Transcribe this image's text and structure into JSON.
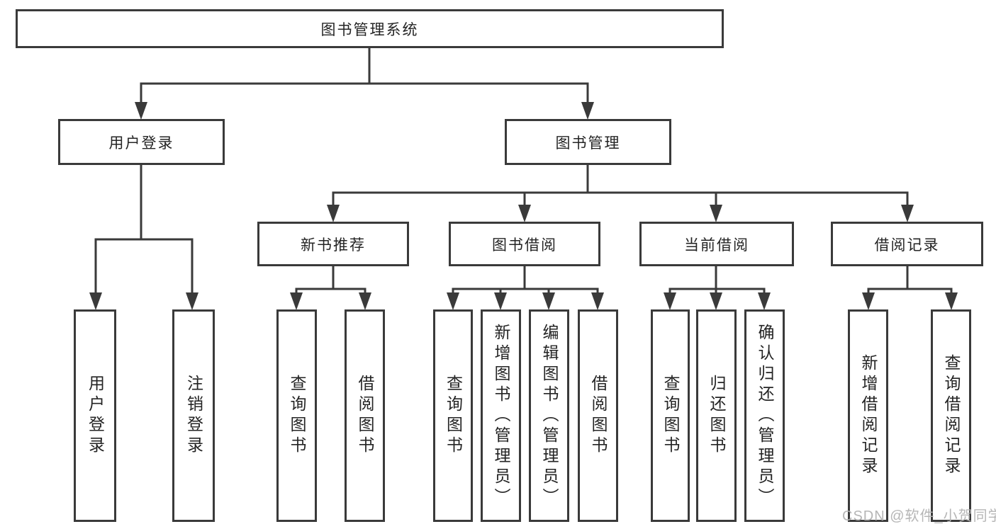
{
  "diagram_title": "图书管理系统",
  "watermark": "CSDN @软件_小贺同学",
  "colors": {
    "line": "#3a3a3a",
    "box_border": "#3a3a3a",
    "box_fill": "#ffffff",
    "text": "#242424",
    "watermark": "#b2b2b2"
  },
  "labels": {
    "root": "图书管理系统",
    "user_login": "用户登录",
    "book_mgmt": "图书管理",
    "leaf_user_login": "用户登录",
    "leaf_logout": "注销登录",
    "new_book_rec": "新书推荐",
    "book_borrow": "图书借阅",
    "current_borrow": "当前借阅",
    "borrow_records": "借阅记录",
    "nbr_query": "查询图书",
    "nbr_borrow": "借阅图书",
    "bb_query": "查询图书",
    "bb_add": "新增图书（管理员）",
    "bb_edit": "编辑图书（管理员）",
    "bb_borrow": "借阅图书",
    "cb_query": "查询图书",
    "cb_return": "归还图书",
    "cb_confirm": "确认归还（管理员）",
    "br_add": "新增借阅记录",
    "br_query": "查询借阅记录"
  },
  "tree": {
    "root": "图书管理系统",
    "children": [
      {
        "label": "用户登录",
        "children": [
          "用户登录",
          "注销登录"
        ]
      },
      {
        "label": "图书管理",
        "children": [
          {
            "label": "新书推荐",
            "children": [
              "查询图书",
              "借阅图书"
            ]
          },
          {
            "label": "图书借阅",
            "children": [
              "查询图书",
              "新增图书（管理员）",
              "编辑图书（管理员）",
              "借阅图书"
            ]
          },
          {
            "label": "当前借阅",
            "children": [
              "查询图书",
              "归还图书",
              "确认归还（管理员）"
            ]
          },
          {
            "label": "借阅记录",
            "children": [
              "新增借阅记录",
              "查询借阅记录"
            ]
          }
        ]
      }
    ]
  }
}
